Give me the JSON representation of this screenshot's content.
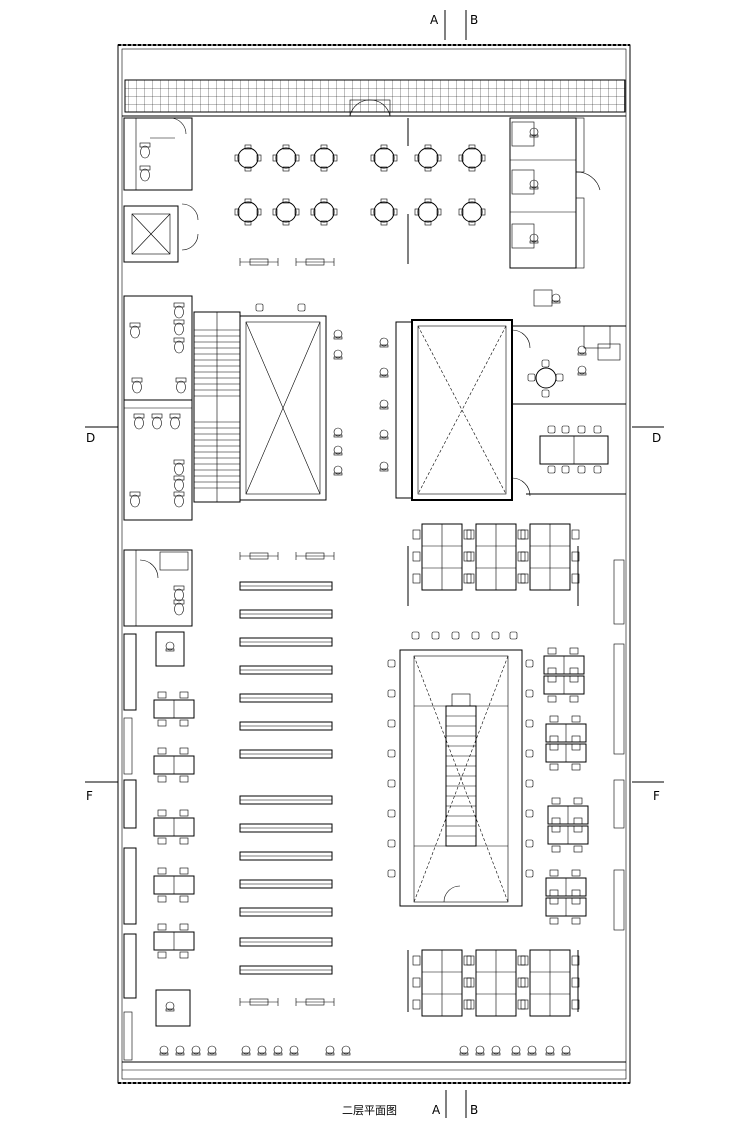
{
  "title": "二层平面图",
  "section_marks": {
    "a": "A",
    "b": "B",
    "d": "D",
    "f": "F"
  }
}
